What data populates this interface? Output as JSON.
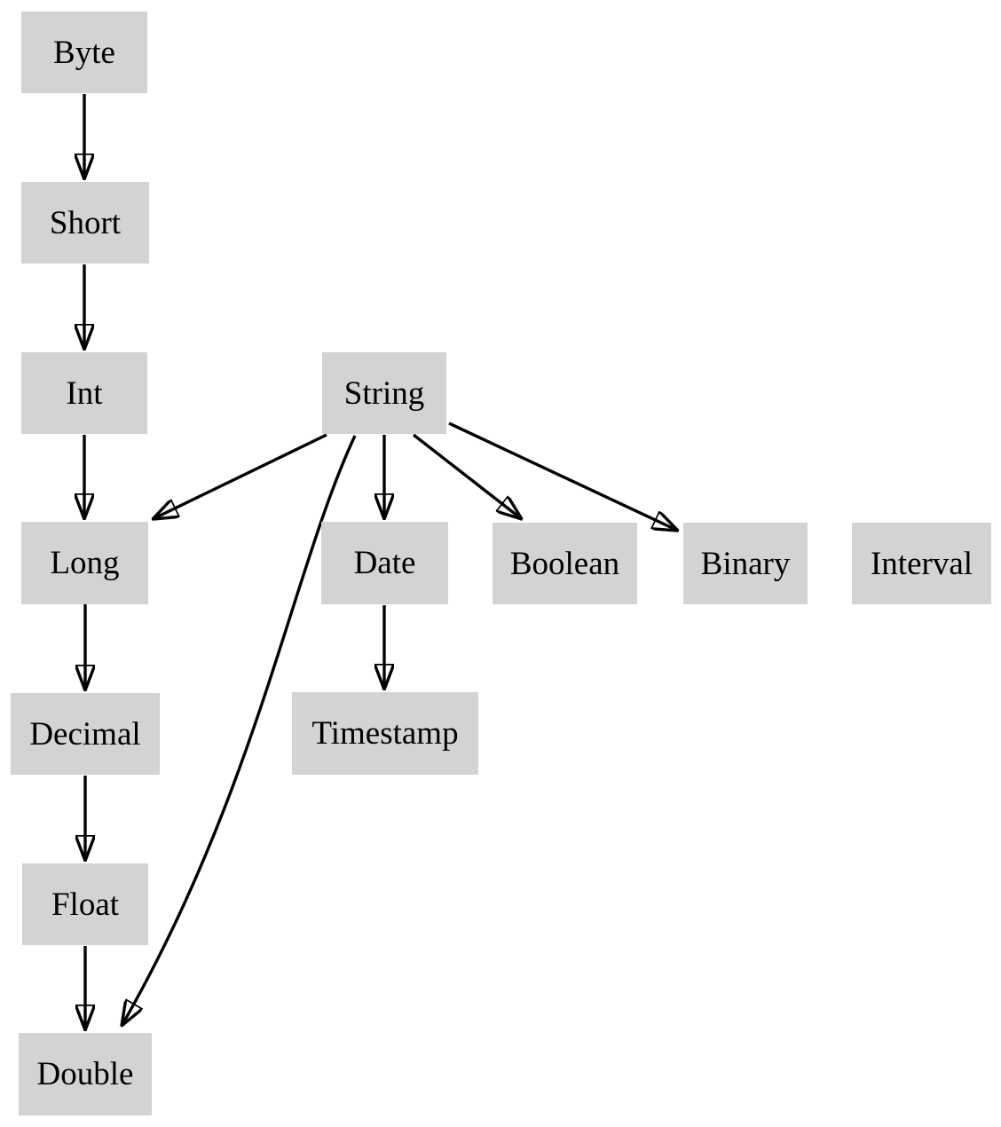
{
  "diagram": {
    "title": "type-precedence-graph",
    "background": "#ffffff",
    "node_fill": "#d3d3d3",
    "node_text_color": "#000000",
    "edge_color": "#000000",
    "nodes": {
      "byte": {
        "label": "Byte"
      },
      "short": {
        "label": "Short"
      },
      "int": {
        "label": "Int"
      },
      "string": {
        "label": "String"
      },
      "long": {
        "label": "Long"
      },
      "date": {
        "label": "Date"
      },
      "boolean": {
        "label": "Boolean"
      },
      "binary": {
        "label": "Binary"
      },
      "interval": {
        "label": "Interval"
      },
      "decimal": {
        "label": "Decimal"
      },
      "timestamp": {
        "label": "Timestamp"
      },
      "float": {
        "label": "Float"
      },
      "double": {
        "label": "Double"
      }
    },
    "edges": [
      {
        "from": "Byte",
        "to": "Short"
      },
      {
        "from": "Short",
        "to": "Int"
      },
      {
        "from": "Int",
        "to": "Long"
      },
      {
        "from": "String",
        "to": "Long"
      },
      {
        "from": "String",
        "to": "Date"
      },
      {
        "from": "String",
        "to": "Boolean"
      },
      {
        "from": "String",
        "to": "Binary"
      },
      {
        "from": "String",
        "to": "Double"
      },
      {
        "from": "Long",
        "to": "Decimal"
      },
      {
        "from": "Decimal",
        "to": "Float"
      },
      {
        "from": "Float",
        "to": "Double"
      },
      {
        "from": "Date",
        "to": "Timestamp"
      }
    ]
  }
}
